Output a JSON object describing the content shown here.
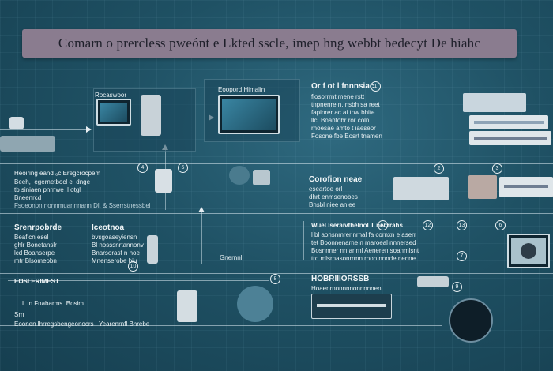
{
  "title": "Comarn o prercless pweónt e Lkted sscle, imep hng webbt bedecyt De hiahc",
  "sections": {
    "top_right_text": {
      "heading": "Or f ot l fnnnsiac",
      "lines": [
        "fiosorrrnt mene rstt",
        "tnpnenre n, nsbh sa reet",
        "fapinrer ac ai tnw bhite",
        "llc. Boanfobr ror coln",
        "rnoesae amto t iaeseor",
        "Fosone fbe Eosrt tnamen"
      ]
    },
    "mid_left_text": {
      "heading": "Heoiring eand ₈c   Eregcrocpem",
      "lines": [
        "Beeh,  egernetbocl e  dnge",
        "tb siniaen pnrnwe  l otgl",
        "Bneenrcd"
      ]
    },
    "caption_left": "Fsoeonon nonnmuannnann Dl. & Sserrstnessbel",
    "mid_center_text": {
      "heading": "Corofion neae",
      "lines": [
        "eseartoe orl",
        "dhrt enmsenobes",
        "Bnsbl niee aniee"
      ]
    },
    "lower_left_text": {
      "heading": "Srenrpobrde",
      "lines": [
        "Beaflcn esel",
        "ghlr Bonetanslr",
        "lcd Boanserpe",
        "mtr Blsomeobn"
      ]
    },
    "lower_left2_text": {
      "heading": "Iceotnoa",
      "lines": [
        "bvsgoaseyiensn",
        "Bl nosssnrtannonv",
        "Bnarsorasf n noe",
        "Mnenserobe biu"
      ]
    },
    "lower_center_text": {
      "heading": "Wuel lseraivfhelnol    T  necrrahs",
      "lines": [
        "l bl aonsnmrerinrnal fa cornxn e aserr",
        "tet Boonnenarne n maroeal nnnersed",
        "Bosnnner nn anrnl Aeneren soanmlsnt",
        "tro mlsrnasonrrmn rnon nnnde nenne"
      ]
    },
    "bottom_left_text": {
      "heading": "EOSI  ERIMEST",
      "lines": [
        "L tn Fnabarms  Bosim",
        "Srn",
        "Eoonen lhrregsbengeonocrs   Yearenrnfl Bhrebe"
      ]
    },
    "bottom_center_text": {
      "heading": "HOBRIIIORSSB",
      "subheading": "Hoaenrnnnnnnonnnnnen"
    },
    "label_mid": "Gnernnl",
    "label_top_left": "Eoopord Himalin",
    "label_top_left2": "Rocaswoor"
  },
  "step_numbers": [
    "1",
    "2",
    "3",
    "4",
    "5",
    "6",
    "7",
    "8",
    "9",
    "10",
    "11",
    "12",
    "13"
  ],
  "colors": {
    "background": "#1f5164",
    "title_bar": "#8a7c8f",
    "title_text": "#1e1f2a",
    "line": "#dcebf2"
  }
}
